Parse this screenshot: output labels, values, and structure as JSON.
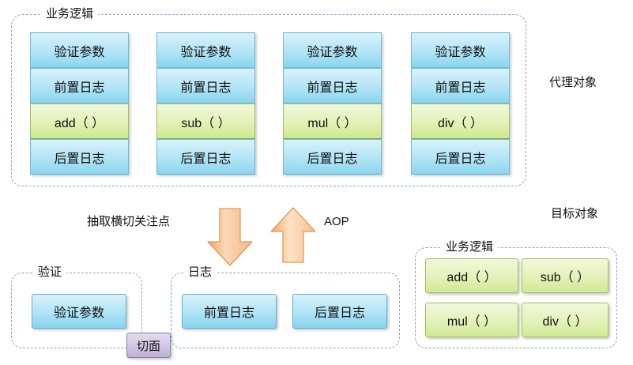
{
  "diagram": {
    "title_hidden": "AOP proxy object vs target object diagram",
    "colors": {
      "blue_fill": "#aee3f5",
      "blue_border": "#5fb2d2",
      "green_fill": "#d2e994",
      "green_border": "#9ec061",
      "purple_fill": "#cfc5e2",
      "purple_border": "#8e7fae",
      "arrow_fill": "#f6bd85",
      "arrow_border": "#e29a57",
      "dashed_border": "#8fa2c4"
    }
  },
  "proxy_section": {
    "group_label": "业务逻辑",
    "side_label": "代理对象",
    "stacks": [
      {
        "name": "add-stack",
        "cells": [
          {
            "text": "验证参数",
            "kind": "blue"
          },
          {
            "text": "前置日志",
            "kind": "blue"
          },
          {
            "text": "add（ ）",
            "kind": "green"
          },
          {
            "text": "后置日志",
            "kind": "blue"
          }
        ]
      },
      {
        "name": "sub-stack",
        "cells": [
          {
            "text": "验证参数",
            "kind": "blue"
          },
          {
            "text": "前置日志",
            "kind": "blue"
          },
          {
            "text": "sub（ ）",
            "kind": "green"
          },
          {
            "text": "后置日志",
            "kind": "blue"
          }
        ]
      },
      {
        "name": "mul-stack",
        "cells": [
          {
            "text": "验证参数",
            "kind": "blue"
          },
          {
            "text": "前置日志",
            "kind": "blue"
          },
          {
            "text": "mul（ ）",
            "kind": "green"
          },
          {
            "text": "后置日志",
            "kind": "blue"
          }
        ]
      },
      {
        "name": "div-stack",
        "cells": [
          {
            "text": "验证参数",
            "kind": "blue"
          },
          {
            "text": "前置日志",
            "kind": "blue"
          },
          {
            "text": "div（ ）",
            "kind": "green"
          },
          {
            "text": "后置日志",
            "kind": "blue"
          }
        ]
      }
    ]
  },
  "middle": {
    "extract_label": "抽取横切关注点",
    "aop_label": "AOP",
    "down_arrow_name": "extract-down-arrow",
    "up_arrow_name": "aop-up-arrow"
  },
  "aspects_section": {
    "validation_group_label": "验证",
    "log_group_label": "日志",
    "aspect_badge": "切面",
    "validation_items": [
      {
        "text": "验证参数"
      }
    ],
    "log_items": [
      {
        "text": "前置日志"
      },
      {
        "text": "后置日志"
      }
    ]
  },
  "target_section": {
    "side_label": "目标对象",
    "group_label": "业务逻辑",
    "methods": [
      {
        "text": "add（ ）"
      },
      {
        "text": "sub（ ）"
      },
      {
        "text": "mul（ ）"
      },
      {
        "text": "div（ ）"
      }
    ]
  }
}
